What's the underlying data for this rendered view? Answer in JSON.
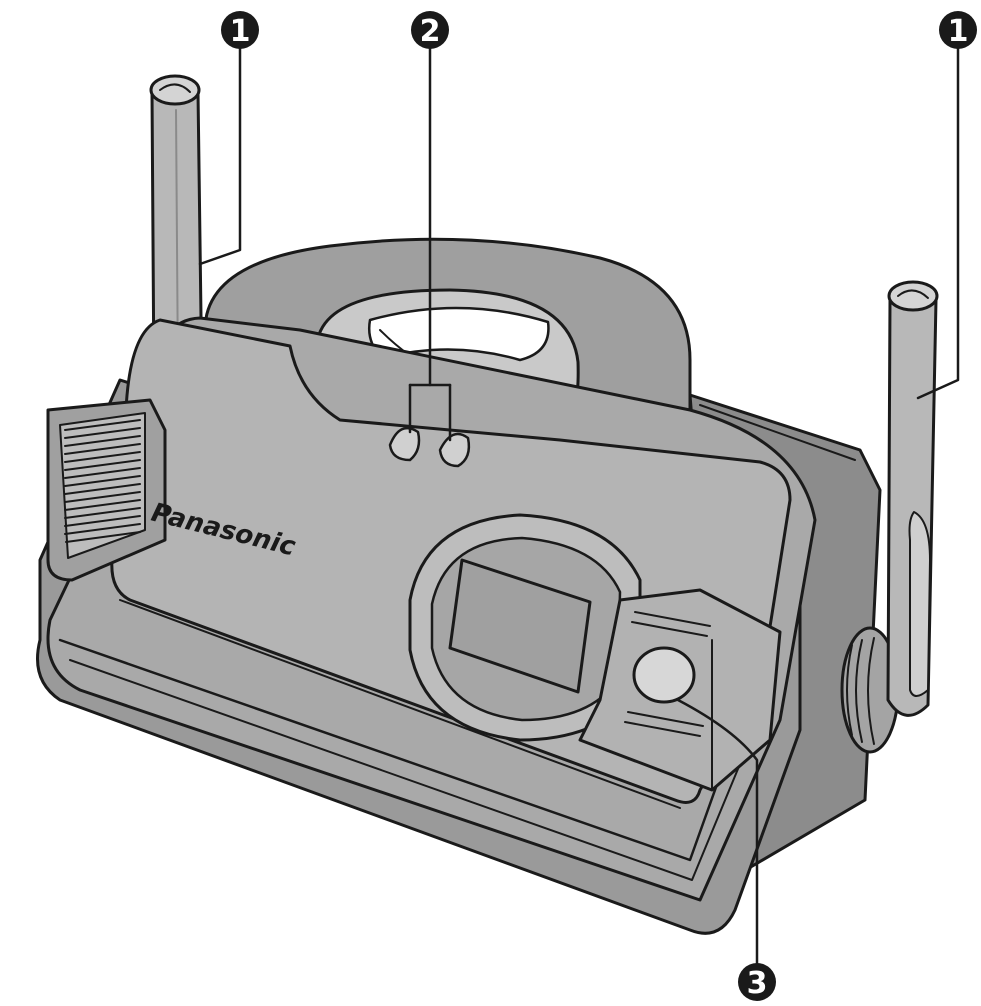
{
  "diagram": {
    "brand": "Panasonic",
    "callouts": [
      {
        "id": "1",
        "label": "❶"
      },
      {
        "id": "2",
        "label": "❷"
      },
      {
        "id": "3",
        "label": "❸"
      }
    ],
    "colors": {
      "body": "#aaaaaa",
      "body_dark": "#8f8f8f",
      "body_light": "#c6c6c6",
      "outline": "#1a1a1a",
      "background": "#ffffff"
    }
  }
}
